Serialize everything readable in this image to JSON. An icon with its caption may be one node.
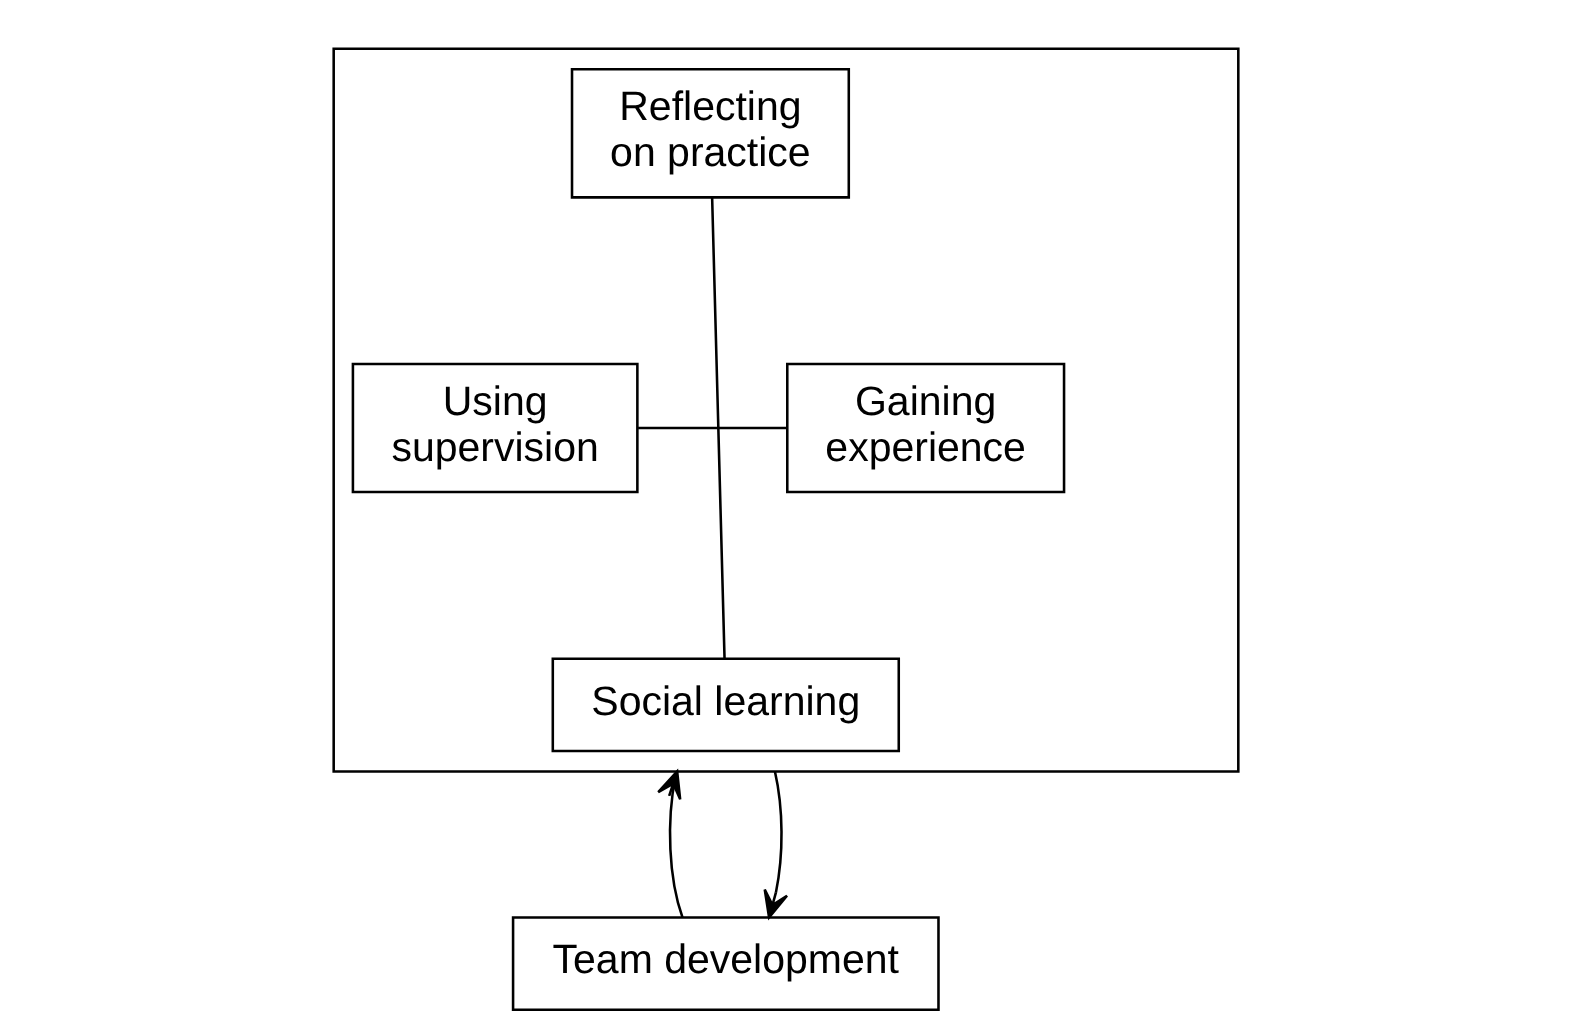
{
  "diagram": {
    "nodes": [
      {
        "text": [],
        "shape": "box"
      },
      {
        "text": [
          "Reflecting on practice"
        ],
        "in": 0
      },
      {
        "text": [
          "Using supervision"
        ],
        "in": 0
      },
      {
        "text": [
          "Gaining experience"
        ],
        "in": 0
      },
      {
        "text": [
          "Social learning"
        ],
        "in": 0
      },
      {
        "text": [
          "Team development"
        ]
      }
    ],
    "edges": [
      {
        "from": 2,
        "to": 3,
        "arrow": "none"
      },
      {
        "from": 1,
        "to": 4,
        "arrow": "none"
      },
      {
        "from": 5,
        "to": 0,
        "arrow": "to"
      },
      {
        "from": 0,
        "to": 5,
        "arrow": "to"
      }
    ]
  }
}
